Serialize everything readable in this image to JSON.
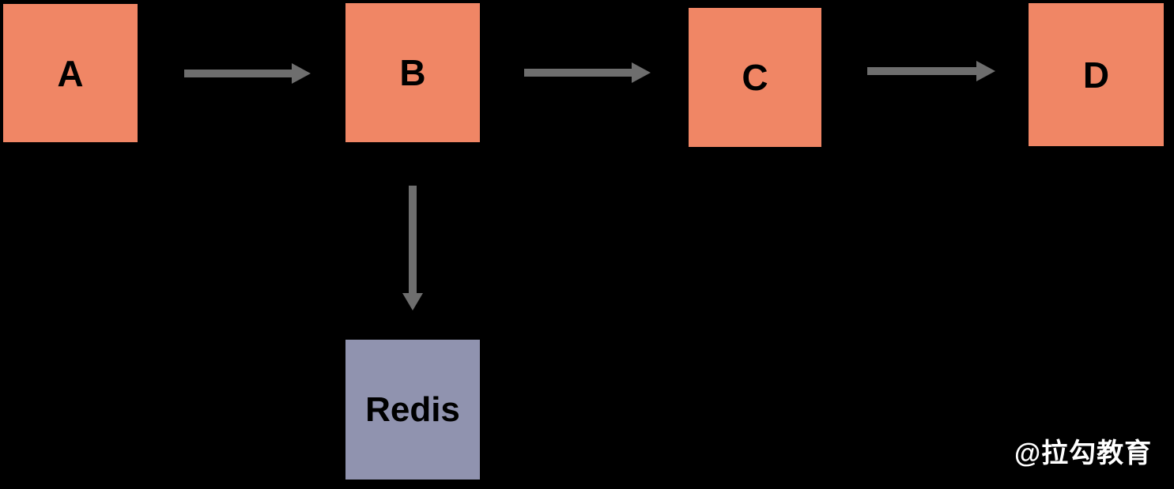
{
  "canvas": {
    "background": "#000000"
  },
  "colors": {
    "node_primary": "#F08665",
    "node_redis": "#9093AF",
    "arrow": "#6E6E6E",
    "node_label_text": "#000000",
    "watermark_text": "#FFFFFF"
  },
  "nodes": [
    {
      "id": "A",
      "label": "A",
      "color": "#F08665"
    },
    {
      "id": "B",
      "label": "B",
      "color": "#F08665"
    },
    {
      "id": "C",
      "label": "C",
      "color": "#F08665"
    },
    {
      "id": "D",
      "label": "D",
      "color": "#F08665"
    },
    {
      "id": "redis",
      "label": "Redis",
      "color": "#9093AF"
    }
  ],
  "edges": [
    {
      "from": "A",
      "to": "B",
      "direction": "right"
    },
    {
      "from": "B",
      "to": "C",
      "direction": "right"
    },
    {
      "from": "C",
      "to": "D",
      "direction": "right"
    },
    {
      "from": "B",
      "to": "redis",
      "direction": "down"
    }
  ],
  "watermark": {
    "text": "@拉勾教育"
  }
}
